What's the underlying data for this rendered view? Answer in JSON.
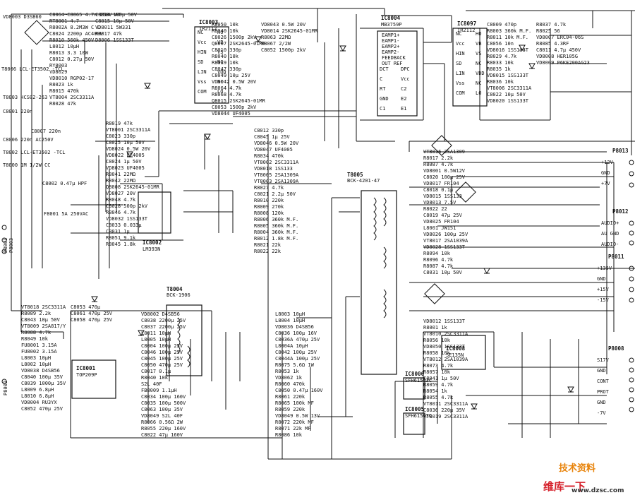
{
  "ics": [
    {
      "ref": "IC8003",
      "part": "IR2112"
    },
    {
      "ref": "IC8004",
      "part": "MB3759P"
    },
    {
      "ref": "IC8097",
      "part": "IR2112"
    },
    {
      "ref": "IC8002",
      "part": "LM393N"
    },
    {
      "ref": "IC8001",
      "part": "TOP209P"
    },
    {
      "ref": "IC8008",
      "part": "SE135N"
    },
    {
      "ref": "IC8006",
      "part": "SFH615A3C"
    },
    {
      "ref": "IC8005",
      "part": "SFH615A3C"
    }
  ],
  "ir2112_pins_left": [
    "NC",
    "Vcc",
    "HIN",
    "SD",
    "LIN",
    "Vss",
    "COM"
  ],
  "ir2112_pins_right": [
    "HO",
    "VB",
    "VS",
    "NC",
    "VDD",
    "NC",
    "LO"
  ],
  "mb3759_pins_top": [
    "EAMP1+",
    "EAMP1-",
    "EAMP2+",
    "EAMP2-",
    "FEEDBACK",
    "OUT REF"
  ],
  "mb3759_pins_left": [
    "DCT",
    "C",
    "RT",
    "GND",
    "C1"
  ],
  "mb3759_pins_right": [
    "DPC",
    "Vcc",
    "C2",
    "E2",
    "E1"
  ],
  "transformers": [
    {
      "ref": "T8005",
      "part": "BCK-4201-47"
    },
    {
      "ref": "T8004",
      "part": "BCK-1906"
    }
  ],
  "input_section": {
    "filters": [
      "T8006 LCL-ET3502 -TCL",
      "T8003 HCS02-263",
      "T8002 LCL-ET3502 -TCL"
    ],
    "caps": [
      "C8001 220n",
      "C8007 220n",
      "C8006 220n AC250V",
      "C8002 0.47µ HPF"
    ],
    "fuse": "F8001 5A 250VAC",
    "bridge": "VD8003 D3SB60",
    "resistor": "T8000 1M 1/2W CC"
  },
  "connectors": [
    {
      "ref": "P8013",
      "pins": [
        "+12V",
        "GND",
        "+7V"
      ]
    },
    {
      "ref": "P8012",
      "pins": [
        "AUDIO+",
        "AU GND",
        "AUDIO-"
      ]
    },
    {
      "ref": "P8011",
      "pins": [
        "+135V",
        "GND",
        "+15V",
        "-15V"
      ]
    },
    {
      "ref": "P8008",
      "pins": [
        "S17V",
        "GND",
        "CONT",
        "PROT",
        "GND",
        "-7V"
      ]
    },
    {
      "ref": "P8001",
      "pins": [
        "P8001",
        "P8003"
      ]
    },
    {
      "ref": "P8002",
      "pins": [
        "P8002"
      ]
    }
  ],
  "labels": [
    "C8064~C8065 4.7n 250V AC",
    "RT8001 4.7",
    "R8002A 8.2M3W C C",
    "C8024 2200p AC400V",
    "R8010 560k 450V",
    "L8012 10µH",
    "R8013 3.3 10W",
    "C8012 0.27µ 50V",
    "RY8003",
    "VD8029",
    "VD8010 RGP02-17",
    "R8023 1k",
    "R8015 470k",
    "VT8004 2SC3311A",
    "R8028 47k",
    "C8014 100µ 50V",
    "C8015 10µ 50V",
    "VD8011 5W331",
    "R8017 47k",
    "D8006 1SS133T",
    "R8019 47k",
    "VT8001 2SC3311A",
    "C8023 330p",
    "C8025 10µ 50V",
    "VD8024 0.5W 20V",
    "VD8022 UF4005",
    "C8024 1µ 50V",
    "VD8023 UF4005",
    "R8041 22MΩ",
    "R8042 22MΩ",
    "Q8008 2SK2645-01MR",
    "VD8027 20V",
    "R8048 4.7k",
    "C8028 500p 2kV",
    "R8046 4.7k",
    "VD8032 1SS133T",
    "C8033 0.033µ",
    "C8031 1µ",
    "R8051 9.1k",
    "R8045 1.8k",
    "R8050 10k",
    "R8040 10k",
    "C8026 1500p 2kV",
    "Q8007 2SK2645-01MR",
    "C8010 330p",
    "R8040 10k",
    "R8039 10k",
    "C8047 330p",
    "C8049 10µ 25V",
    "VD8042 0.5W 20V",
    "R8064 4.7k",
    "R8068 4.7k",
    "Q8015 2SK2645-01MR",
    "C8053 1500p 2kV",
    "VD8044 UF4005",
    "VD8043 0.5W 20V",
    "VD8014 2SK2645-01MR",
    "R8063 22MΩ",
    "R8067 2/2W",
    "C8052 1500p 2kV",
    "C8012 330p",
    "C8045 1µ 25V",
    "VD8046 0.5W 20V",
    "VD8047 UF4005",
    "R8034 470k",
    "VT8002 2SC3311A",
    "VD8018 1SS133",
    "VT8005 2SA1309A",
    "VT8003 2SA1309A",
    "R8027 4.7k",
    "C8021 2.2µ 50V",
    "R8010 220k",
    "R8009 270k",
    "R8008 120k",
    "R8006 360k M.F.",
    "R8005 360k M.F.",
    "R8004 360k M.F.",
    "R8012 1.8k M.F.",
    "R8021 22k",
    "R8022 22k",
    "C8009 470p",
    "R8003 360k M.F.",
    "R8011 10k M.F.",
    "C8056 10n",
    "VD8016 1SS133T",
    "R8029 4.7k",
    "R8033 10k",
    "R8035 1k",
    "VD8015 1SS133T",
    "R8036 10k",
    "VT8006 2SC3311A",
    "C8022 10µ 50V",
    "VD8020 1SS133T",
    "R8037 4.7k",
    "R8025 56",
    "VD8007 ERC04-06S",
    "R8085 4.3RF",
    "C8011 4.7µ 450V",
    "VD8008 HER105G",
    "VD8009 P6KE200AG23",
    "VT8016 2SA1309",
    "R8017 2.2k",
    "R8087 4.7k",
    "VD8001 0.5W12V",
    "C8020 100µ 25V",
    "VD8017 FR104",
    "C8018 0.1µ",
    "VD8015 1SS133",
    "VD8013 7.5V",
    "R8022 22",
    "C8019 47µ 25V",
    "VD8025 FR104",
    "L8001 JW151",
    "VD8026 100µ 25V",
    "VT8017 2SA1039A",
    "VD8028 1SS133T",
    "R8094 10k",
    "R8096 4.7k",
    "R8087 4.7k",
    "C8031 10µ 50V",
    "VT8018 2SC3311A",
    "R8089 2.2k",
    "C8043 10µ 50V",
    "VT8009 2SA817/Y",
    "R8088 4.7k",
    "R8049 10k",
    "FU8001 3.15A",
    "FU8002 3.15A",
    "L8003 10µH",
    "L8002 10µH",
    "VD8038 D4SB56",
    "C8040 100µ 35V",
    "C8039 1000µ 35V",
    "L8009 6.8µH",
    "L8010 6.8µH",
    "VD8004 RU3YX",
    "C8052 470µ 25V",
    "C8053 470µ",
    "C8061 470µ 25V",
    "C8058 470µ 25V",
    "VD8002 D4SB56",
    "C8038 2200µ 25V",
    "C8037 2200µ 25V",
    "L8011 10µH",
    "L8005 10µH",
    "C8004 100µ 25V",
    "C8046 100µ 25V",
    "C8045 100µ 25V",
    "C8050 470µ 25V",
    "C8017 0.1µ",
    "R8040 10k",
    "S2L 40F",
    "FB8009 1.1µH",
    "C8034 100µ 160V",
    "C8035 100µ 500V",
    "C8063 100µ 35V",
    "VD8049 S2L 40F",
    "R8066 0.56Ω 2W",
    "R8055 220µ 160V",
    "C8022 47µ 160V",
    "L8003 10µH",
    "L8004 10µH",
    "VD8036 D4SB56",
    "C8036 100µ 16V",
    "C8036A 470µ 25V",
    "L8004A 10µH",
    "C8042 100µ 25V",
    "C8044A 100µ 25V",
    "R8075 5.6Ω 1W",
    "R8053 1k",
    "VD8062 1k",
    "R8060 470k",
    "C8050 0.47µ 160V",
    "R8061 220k",
    "R8065 100k MF",
    "R8059 220k",
    "VD8049 0.5W 13V",
    "R8072 220k MF",
    "R8071 22k MF",
    "R8086 10k",
    "VD8012 1SS133T",
    "R8001 1k",
    "VT8010 2SC3311A",
    "R8056 10k",
    "VD8050 1SS133T",
    "R8058 10k",
    "VT8012 2SA1039A",
    "R8073 4.7k",
    "R8057 10k",
    "C8041 1µ 50V",
    "R8059 4.7k",
    "R8054 1k",
    "R8055 4.7k",
    "VT8011 2SC3311A",
    "C8036 220µ 35V",
    "VT8019 2SC3311A"
  ],
  "watermark": {
    "brand": "维库一下",
    "url": "www.dzsc.com",
    "badge": "技术资料"
  }
}
